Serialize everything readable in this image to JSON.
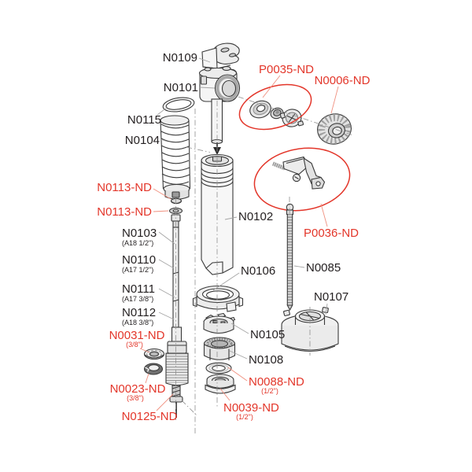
{
  "diagram": {
    "type": "exploded-parts-diagram",
    "description": "fill valve exploded view with part callouts"
  },
  "colors": {
    "label": "#231f20",
    "highlight": "#e3362a",
    "leader": "#a6a6a6",
    "leader_highlight": "#f0907f",
    "outline": "#3a3a3a",
    "background": "#ffffff"
  },
  "parts": {
    "n0109": {
      "label": "N0109",
      "highlighted": false
    },
    "n0101": {
      "label": "N0101",
      "highlighted": false
    },
    "n0115": {
      "label": "N0115",
      "highlighted": false
    },
    "n0104": {
      "label": "N0104",
      "highlighted": false
    },
    "n0113a": {
      "label": "N0113-ND",
      "highlighted": true
    },
    "n0113b": {
      "label": "N0113-ND",
      "highlighted": true
    },
    "n0103": {
      "label": "N0103",
      "size": "(A18 1/2\")",
      "highlighted": false
    },
    "n0110": {
      "label": "N0110",
      "size": "(A17 1/2\")",
      "highlighted": false
    },
    "n0111": {
      "label": "N0111",
      "size": "(A17 3/8\")",
      "highlighted": false
    },
    "n0112": {
      "label": "N0112",
      "size": "(A18 3/8\")",
      "highlighted": false
    },
    "n0031": {
      "label": "N0031-ND",
      "size": "(3/8\")",
      "highlighted": true
    },
    "n0023": {
      "label": "N0023-ND",
      "size": "(3/8\")",
      "highlighted": true
    },
    "n0125": {
      "label": "N0125-ND",
      "highlighted": true
    },
    "p0035": {
      "label": "P0035-ND",
      "highlighted": true
    },
    "n0006": {
      "label": "N0006-ND",
      "highlighted": true
    },
    "n0102": {
      "label": "N0102",
      "highlighted": false
    },
    "p0036": {
      "label": "P0036-ND",
      "highlighted": true
    },
    "n0106": {
      "label": "N0106",
      "highlighted": false
    },
    "n0085": {
      "label": "N0085",
      "highlighted": false
    },
    "n0107": {
      "label": "N0107",
      "highlighted": false
    },
    "n0105": {
      "label": "N0105",
      "highlighted": false
    },
    "n0108": {
      "label": "N0108",
      "highlighted": false
    },
    "n0088": {
      "label": "N0088-ND",
      "size": "(1/2\")",
      "highlighted": true
    },
    "n0039": {
      "label": "N0039-ND",
      "size": "(1/2\")",
      "highlighted": true
    }
  }
}
